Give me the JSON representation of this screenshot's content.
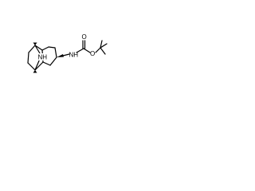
{
  "molecule": {
    "atoms": {
      "bridge_amine": "NH",
      "carbamate_amine": "NH",
      "carbonyl_oxygen": "O",
      "ester_oxygen": "O"
    }
  },
  "colors": {
    "bond": "#000000",
    "background": "#ffffff"
  }
}
